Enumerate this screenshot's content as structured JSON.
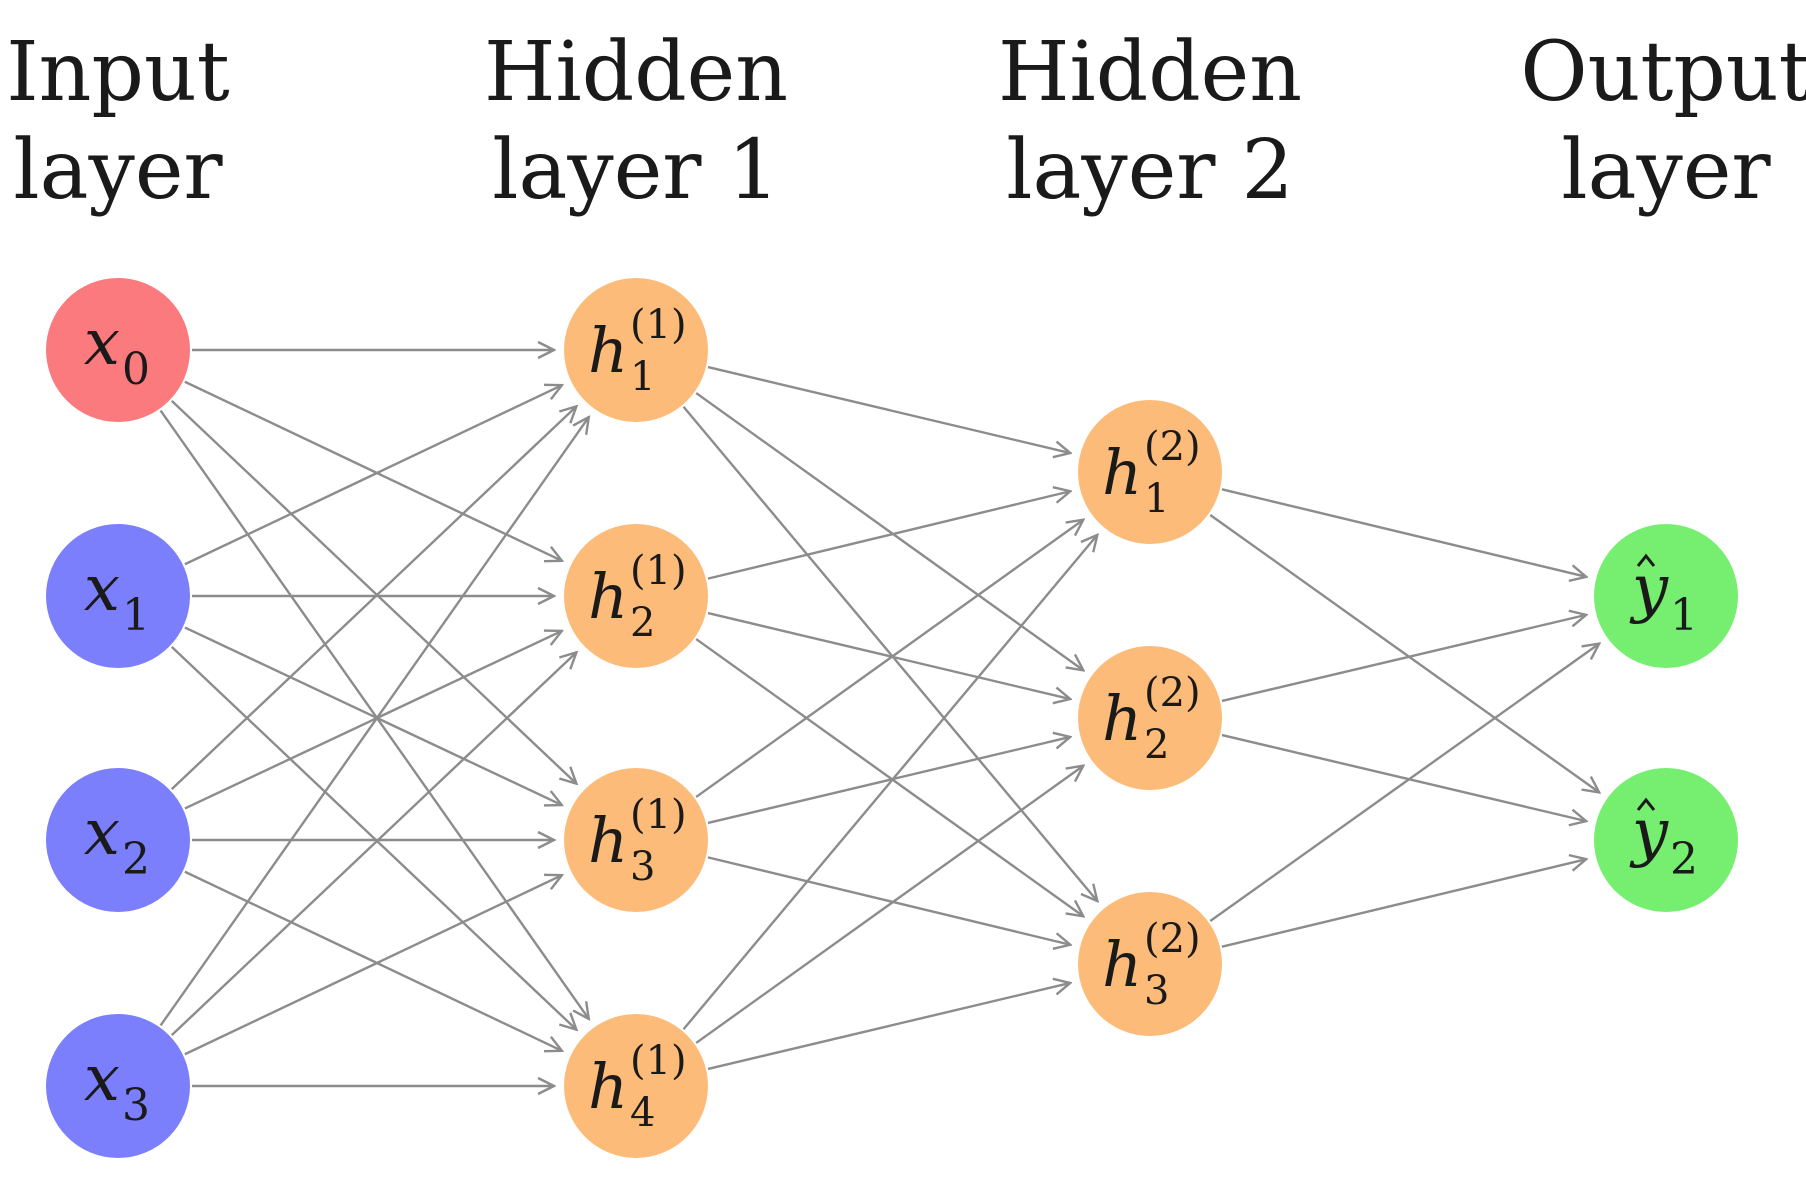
{
  "colors": {
    "input_bias": "#fa7a7d",
    "input": "#7c7ffb",
    "hidden": "#fdbb79",
    "output": "#76ee70",
    "edge": "#8c8c8c"
  },
  "layers": [
    {
      "id": "input",
      "title_line1": "Input",
      "title_line2": "layer",
      "nodes": [
        {
          "id": "x0",
          "base": "x",
          "sub": "0",
          "sup": "",
          "hat": false,
          "color_key": "input_bias"
        },
        {
          "id": "x1",
          "base": "x",
          "sub": "1",
          "sup": "",
          "hat": false,
          "color_key": "input"
        },
        {
          "id": "x2",
          "base": "x",
          "sub": "2",
          "sup": "",
          "hat": false,
          "color_key": "input"
        },
        {
          "id": "x3",
          "base": "x",
          "sub": "3",
          "sup": "",
          "hat": false,
          "color_key": "input"
        }
      ]
    },
    {
      "id": "hidden1",
      "title_line1": "Hidden",
      "title_line2": "layer 1",
      "nodes": [
        {
          "id": "h1_1",
          "base": "h",
          "sub": "1",
          "sup": "(1)",
          "hat": false,
          "color_key": "hidden"
        },
        {
          "id": "h1_2",
          "base": "h",
          "sub": "2",
          "sup": "(1)",
          "hat": false,
          "color_key": "hidden"
        },
        {
          "id": "h1_3",
          "base": "h",
          "sub": "3",
          "sup": "(1)",
          "hat": false,
          "color_key": "hidden"
        },
        {
          "id": "h1_4",
          "base": "h",
          "sub": "4",
          "sup": "(1)",
          "hat": false,
          "color_key": "hidden"
        }
      ]
    },
    {
      "id": "hidden2",
      "title_line1": "Hidden",
      "title_line2": "layer 2",
      "nodes": [
        {
          "id": "h2_1",
          "base": "h",
          "sub": "1",
          "sup": "(2)",
          "hat": false,
          "color_key": "hidden"
        },
        {
          "id": "h2_2",
          "base": "h",
          "sub": "2",
          "sup": "(2)",
          "hat": false,
          "color_key": "hidden"
        },
        {
          "id": "h2_3",
          "base": "h",
          "sub": "3",
          "sup": "(2)",
          "hat": false,
          "color_key": "hidden"
        }
      ]
    },
    {
      "id": "output",
      "title_line1": "Output",
      "title_line2": "layer",
      "nodes": [
        {
          "id": "y1",
          "base": "y",
          "sub": "1",
          "sup": "",
          "hat": true,
          "color_key": "output"
        },
        {
          "id": "y2",
          "base": "y",
          "sub": "2",
          "sup": "",
          "hat": true,
          "color_key": "output"
        }
      ]
    }
  ],
  "connectivity": "fully-connected"
}
